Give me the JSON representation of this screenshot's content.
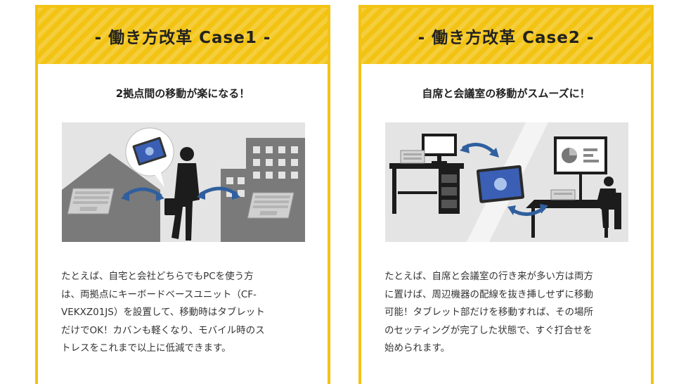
{
  "cards": [
    {
      "title": "- 働き方改革 Case1 -",
      "subtitle": "2拠点間の移動が楽になる！",
      "body_lines": [
        "たとえば、自宅と会社どちらでもPCを使う方",
        "は、両拠点にキーボードベースユニット（CF-",
        "VEKXZ01JS）を設置して、移動時はタブレット",
        "だけでOK！カバンも軽くなり、モバイル時のス",
        "トレスをこれまで以上に低減できます。"
      ]
    },
    {
      "title": "- 働き方改革 Case2 -",
      "subtitle": "自席と会議室の移動がスムーズに！",
      "body_lines": [
        "たとえば、自席と会議室の行き来が多い方は両方",
        "に置けば、周辺機器の配線を抜き挿しせずに移動",
        "可能！タブレット部だけを移動すれば、その場所",
        "のセッティングが完了した状態で、すぐ打合せを",
        "始められます。"
      ]
    }
  ],
  "colors": {
    "accent": "#f3c313",
    "illustration_bg": "#e4e4e4",
    "building": "#7a7a7a",
    "arrow": "#2f5f9e"
  }
}
